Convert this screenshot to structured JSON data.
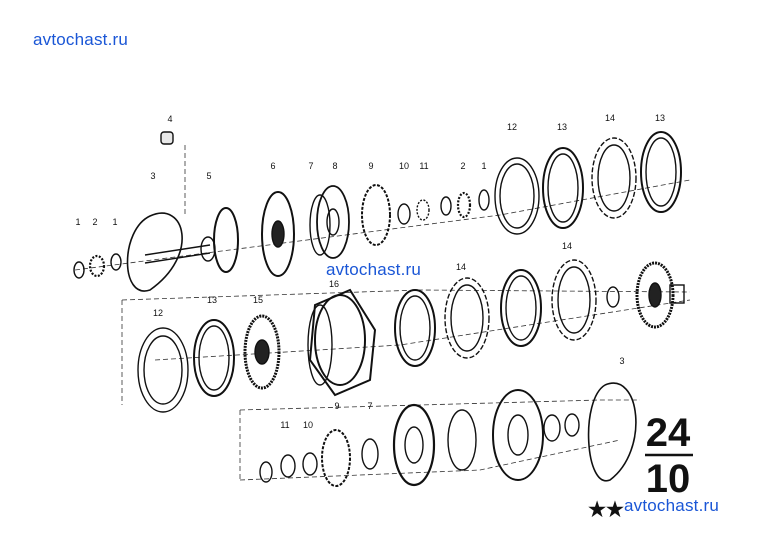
{
  "watermarks": [
    "avtochast.ru",
    "avtochast.ru",
    "avtochast.ru"
  ],
  "group": {
    "top": "24",
    "bottom": "10",
    "stars": "★★"
  },
  "row1_labels": [
    "4",
    "3",
    "5",
    "6",
    "7",
    "8",
    "9",
    "10",
    "11",
    "2",
    "1",
    "12",
    "13",
    "14",
    "13",
    "1",
    "2",
    "1"
  ],
  "row2_labels": [
    "12",
    "13",
    "15",
    "16",
    "14",
    "14"
  ],
  "row3_labels": [
    "11",
    "10",
    "9",
    "7",
    "3"
  ]
}
